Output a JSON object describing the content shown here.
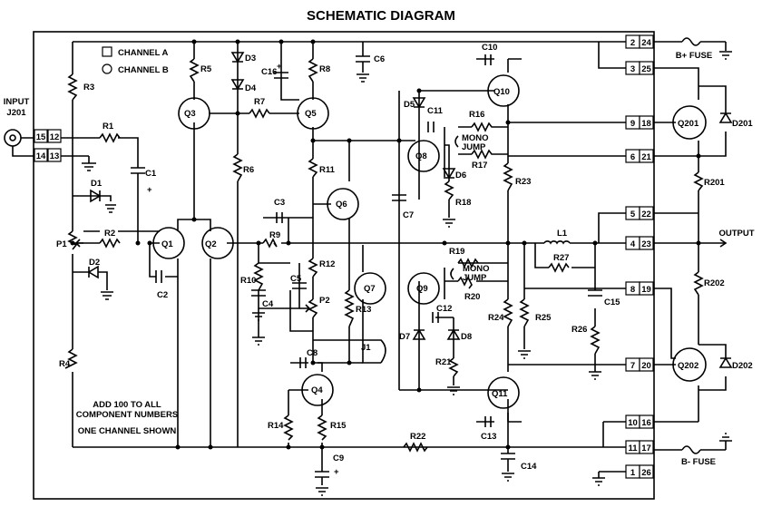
{
  "title": "SCHEMATIC DIAGRAM",
  "legend": {
    "channel_a": "CHANNEL A",
    "channel_b": "CHANNEL B"
  },
  "notes": {
    "line1": "ADD 100 TO ALL",
    "line2": "COMPONENT NUMBERS",
    "line3": "ONE CHANNEL SHOWN"
  },
  "input": {
    "line1": "INPUT",
    "line2": "J201"
  },
  "output_label": "OUTPUT",
  "fuses": {
    "bplus": "B+ FUSE",
    "bminus": "B- FUSE"
  },
  "mono_jump": {
    "line1": "MONO",
    "line2": "JUMP"
  },
  "input_terminals": [
    {
      "a": "15",
      "b": "12"
    },
    {
      "a": "14",
      "b": "13"
    }
  ],
  "terminals": [
    {
      "a": "2",
      "b": "24"
    },
    {
      "a": "3",
      "b": "25"
    },
    {
      "a": "9",
      "b": "18"
    },
    {
      "a": "6",
      "b": "21"
    },
    {
      "a": "5",
      "b": "22"
    },
    {
      "a": "4",
      "b": "23"
    },
    {
      "a": "8",
      "b": "19"
    },
    {
      "a": "7",
      "b": "20"
    },
    {
      "a": "10",
      "b": "16"
    },
    {
      "a": "11",
      "b": "17"
    },
    {
      "a": "1",
      "b": "26"
    }
  ],
  "labels": {
    "R1": "R1",
    "R2": "R2",
    "R3": "R3",
    "R4": "R4",
    "R5": "R5",
    "R6": "R6",
    "R7": "R7",
    "R8": "R8",
    "R9": "R9",
    "R10": "R10",
    "R11": "R11",
    "R12": "R12",
    "R13": "R13",
    "R14": "R14",
    "R15": "R15",
    "R16": "R16",
    "R17": "R17",
    "R18": "R18",
    "R19": "R19",
    "R20": "R20",
    "R21": "R21",
    "R22": "R22",
    "R23": "R23",
    "R24": "R24",
    "R25": "R25",
    "R26": "R26",
    "R27": "R27",
    "R201": "R201",
    "R202": "R202",
    "C1": "C1",
    "C2": "C2",
    "C3": "C3",
    "C4": "C4",
    "C5": "C5",
    "C6": "C6",
    "C7": "C7",
    "C8": "C8",
    "C9": "C9",
    "C10": "C10",
    "C11": "C11",
    "C12": "C12",
    "C13": "C13",
    "C14": "C14",
    "C15": "C15",
    "C16": "C16",
    "D1": "D1",
    "D2": "D2",
    "D3": "D3",
    "D4": "D4",
    "D5": "D5",
    "D6": "D6",
    "D7": "D7",
    "D8": "D8",
    "D201": "D201",
    "D202": "D202",
    "Q1": "Q1",
    "Q2": "Q2",
    "Q3": "Q3",
    "Q4": "Q4",
    "Q5": "Q5",
    "Q6": "Q6",
    "Q7": "Q7",
    "Q8": "Q8",
    "Q9": "Q9",
    "Q10": "Q10",
    "Q11": "Q11",
    "Q201": "Q201",
    "Q202": "Q202",
    "P1": "P1",
    "P2": "P2",
    "J1": "J1",
    "L1": "L1"
  },
  "plus": "+"
}
